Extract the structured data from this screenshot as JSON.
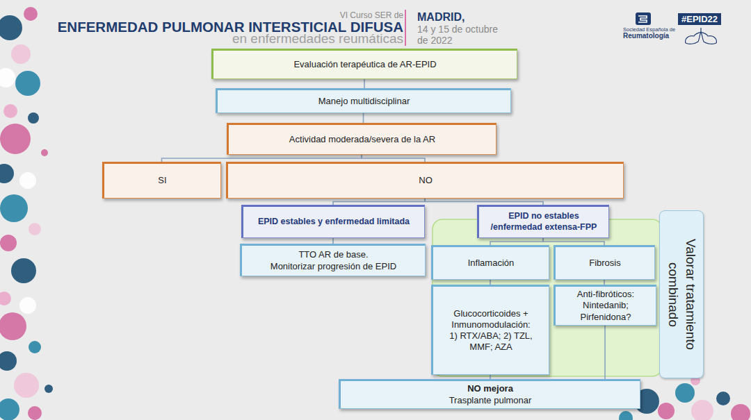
{
  "diagram": {
    "nodes": [
      {
        "text": [
          "Evaluación terapéutica de AR-EPID"
        ]
      },
      {
        "text": [
          "Manejo multidisciplinar"
        ]
      },
      {
        "text": [
          "Actividad moderada/severa de la AR"
        ]
      },
      {
        "text": [
          "SI"
        ]
      },
      {
        "text": [
          "NO"
        ]
      },
      {
        "text": [
          "EPID estables y enfermedad limitada"
        ]
      },
      {
        "text": [
          "EPID no estables /enfermedad extensa-FPP"
        ]
      },
      {
        "text": [
          "TTO AR de base.",
          "Monitorizar progresión de EPID"
        ]
      },
      {
        "text": [
          "Inflamación"
        ]
      },
      {
        "text": [
          "Fibrosis"
        ]
      },
      {
        "text": [
          "Glucocorticoides + Inmunomodulación: 1) RTX/ABA; 2) TZL, MMF; AZA"
        ]
      },
      {
        "text": [
          "Anti-fibróticos: Nintedanib; Pirfenidona?"
        ]
      },
      {
        "text": [
          "NO mejora",
          "Trasplante pulmonar"
        ]
      },
      {
        "text": [
          "Valorar tratamiento combinado"
        ]
      }
    ],
    "edges": [
      {
        "from": 0,
        "to": 1,
        "arrow": "none"
      },
      {
        "from": 1,
        "to": 2,
        "arrow": "none"
      },
      {
        "from": 2,
        "to": 3,
        "arrow": "none"
      },
      {
        "from": 2,
        "to": 4,
        "arrow": "none"
      },
      {
        "from": 4,
        "to": 5,
        "arrow": "none"
      },
      {
        "from": 4,
        "to": 6,
        "arrow": "none"
      },
      {
        "from": 5,
        "to": 7,
        "arrow": "none"
      },
      {
        "from": 6,
        "to": 8,
        "arrow": "none"
      },
      {
        "from": 6,
        "to": 9,
        "arrow": "none"
      },
      {
        "from": 8,
        "to": 10,
        "arrow": "none"
      },
      {
        "from": 9,
        "to": 11,
        "arrow": "none"
      },
      {
        "from": 10,
        "to": 12,
        "arrow": "none"
      },
      {
        "from": 11,
        "to": 12,
        "arrow": "none"
      }
    ],
    "labels": [
      "VI Curso SER de",
      "ENFERMEDAD PULMONAR INTERSTICIAL DIFUSA",
      "en enfermedades reumáticas",
      "MADRID,",
      "14 y 15 de octubre de 2022",
      "Sociedad Española de",
      "Reumatología",
      "#EPID22"
    ]
  }
}
